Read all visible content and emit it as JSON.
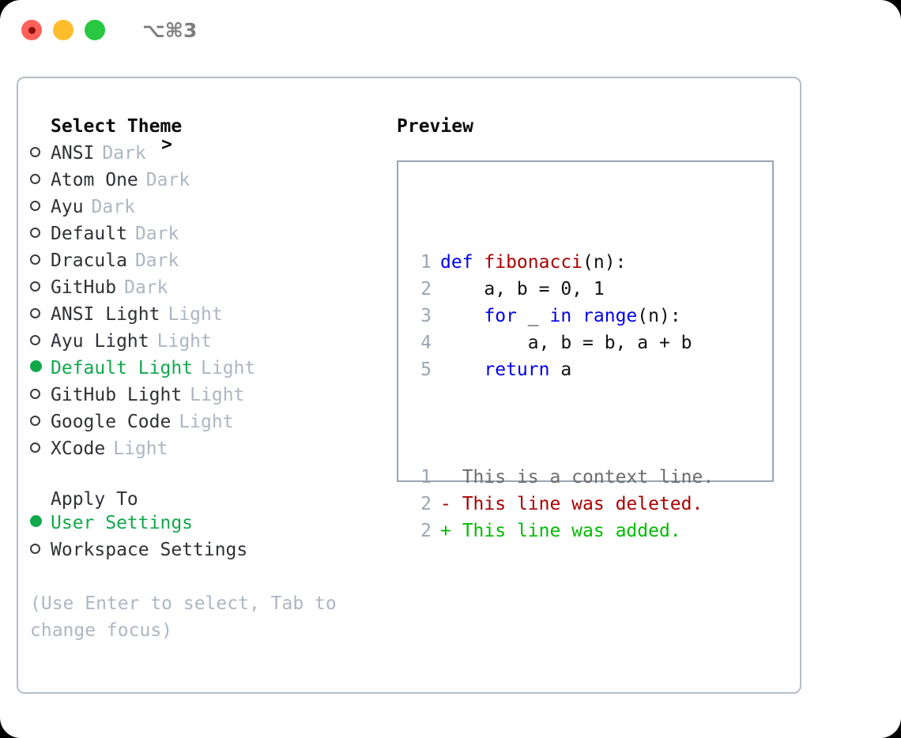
{
  "titlebar": {
    "shortcut": "⌥⌘3",
    "buttons": [
      {
        "name": "close",
        "color": "#ff6058"
      },
      {
        "name": "minimize",
        "color": "#ffbd2e"
      },
      {
        "name": "zoom",
        "color": "#28c840"
      }
    ]
  },
  "colors": {
    "selected_green": "#11a84c",
    "badge_gray": "#aeb6c2",
    "keyword_blue": "#0000ee",
    "function_red": "#aa0000",
    "diff_add_green": "#00bb00",
    "diff_del_red": "#aa0000",
    "panel_border": "#b6bec9",
    "preview_border": "#9aa5b3"
  },
  "theme_list": {
    "header_marker": ">",
    "header": "Select Theme",
    "items": [
      {
        "marker": "hollow",
        "label": "ANSI",
        "badge": "Dark",
        "selected": false
      },
      {
        "marker": "hollow",
        "label": "Atom One",
        "badge": "Dark",
        "selected": false
      },
      {
        "marker": "hollow",
        "label": "Ayu",
        "badge": "Dark",
        "selected": false
      },
      {
        "marker": "hollow",
        "label": "Default",
        "badge": "Dark",
        "selected": false
      },
      {
        "marker": "hollow",
        "label": "Dracula",
        "badge": "Dark",
        "selected": false
      },
      {
        "marker": "hollow",
        "label": "GitHub",
        "badge": "Dark",
        "selected": false
      },
      {
        "marker": "hollow",
        "label": "ANSI Light",
        "badge": "Light",
        "selected": false
      },
      {
        "marker": "hollow",
        "label": "Ayu Light",
        "badge": "Light",
        "selected": false
      },
      {
        "marker": "filled",
        "label": "Default Light",
        "badge": "Light",
        "selected": true
      },
      {
        "marker": "hollow",
        "label": "GitHub Light",
        "badge": "Light",
        "selected": false
      },
      {
        "marker": "hollow",
        "label": "Google Code",
        "badge": "Light",
        "selected": false
      },
      {
        "marker": "hollow",
        "label": "XCode",
        "badge": "Light",
        "selected": false
      }
    ]
  },
  "apply_to": {
    "label": "Apply To",
    "items": [
      {
        "marker": "filled",
        "label": "User Settings",
        "selected": true
      },
      {
        "marker": "hollow",
        "label": "Workspace Settings",
        "selected": false
      }
    ]
  },
  "hint": "(Use Enter to select, Tab to change focus)",
  "preview": {
    "title": "Preview",
    "code_lines": [
      {
        "number": "1",
        "tokens": [
          {
            "text": "def ",
            "style": "kw"
          },
          {
            "text": "fibonacci",
            "style": "fn"
          },
          {
            "text": "(n):",
            "style": "plain"
          }
        ]
      },
      {
        "number": "2",
        "tokens": [
          {
            "text": "    a, b = 0, 1",
            "style": "plain"
          }
        ]
      },
      {
        "number": "3",
        "tokens": [
          {
            "text": "    ",
            "style": "plain"
          },
          {
            "text": "for",
            "style": "kw"
          },
          {
            "text": " _ ",
            "style": "plain"
          },
          {
            "text": "in",
            "style": "kw"
          },
          {
            "text": " ",
            "style": "plain"
          },
          {
            "text": "range",
            "style": "kw"
          },
          {
            "text": "(n):",
            "style": "plain"
          }
        ]
      },
      {
        "number": "4",
        "tokens": [
          {
            "text": "        a, b = b, a + b",
            "style": "plain"
          }
        ]
      },
      {
        "number": "5",
        "tokens": [
          {
            "text": "    ",
            "style": "plain"
          },
          {
            "text": "return",
            "style": "kw"
          },
          {
            "text": " a",
            "style": "plain"
          }
        ]
      }
    ],
    "diff_lines": [
      {
        "number": "1",
        "sign": " ",
        "text": " This is a context line.",
        "style": "diff-ctx"
      },
      {
        "number": "2",
        "sign": "-",
        "text": " This line was deleted.",
        "style": "diff-del"
      },
      {
        "number": "2",
        "sign": "+",
        "text": " This line was added.",
        "style": "diff-add"
      }
    ]
  }
}
